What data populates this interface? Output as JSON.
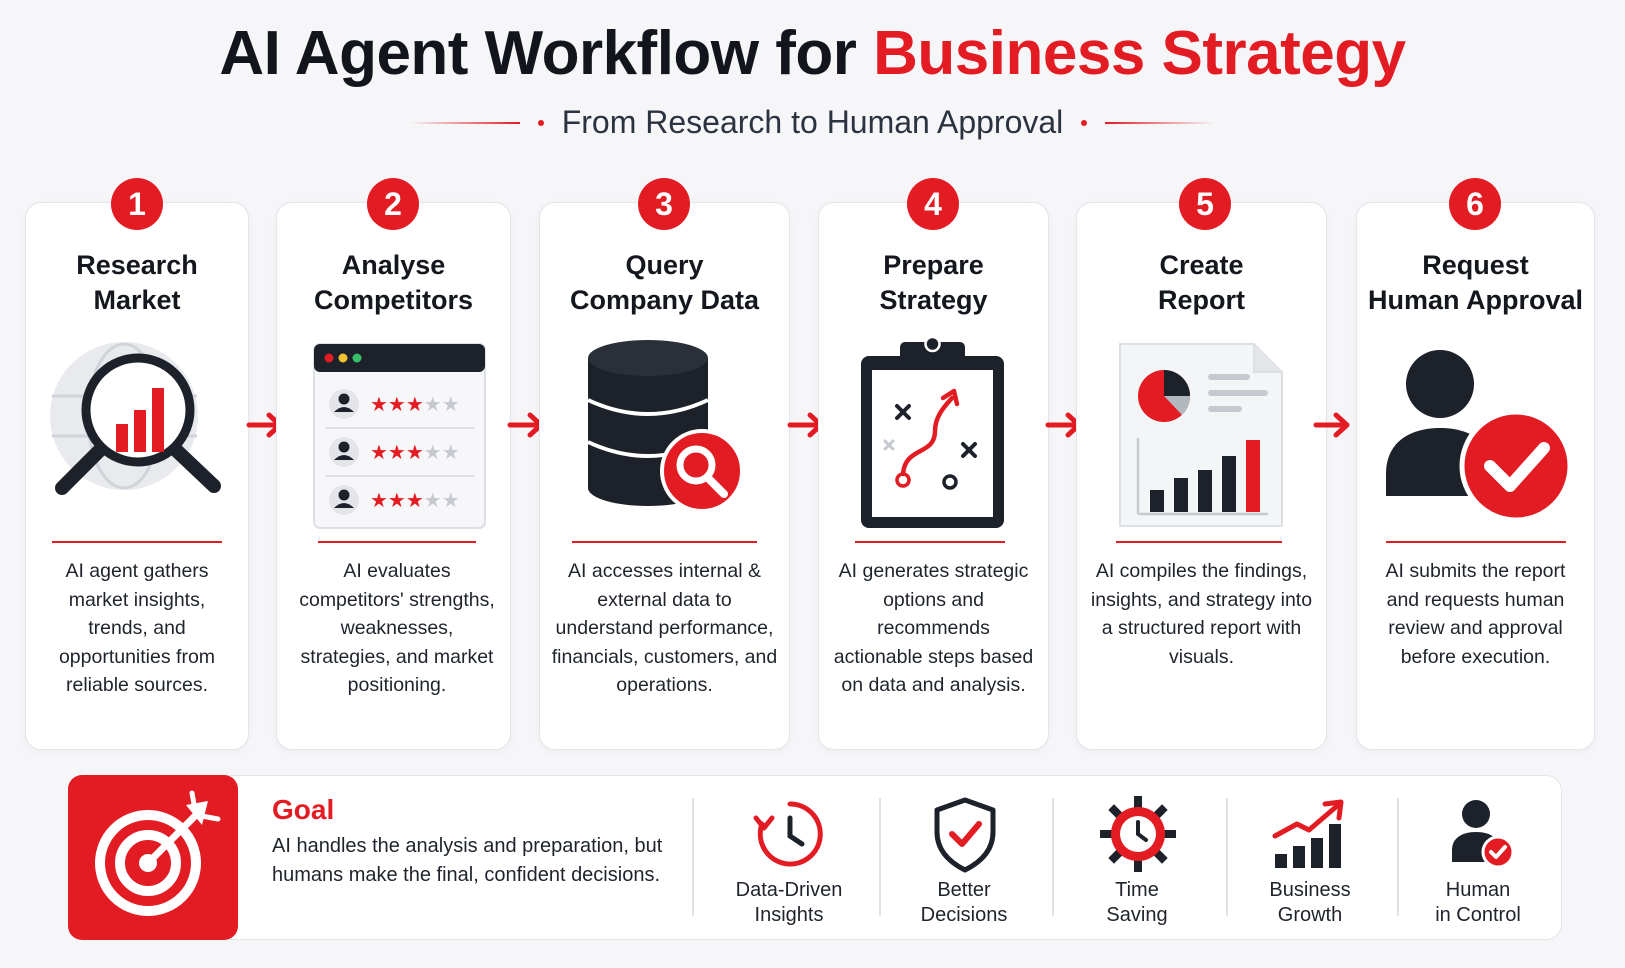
{
  "header": {
    "title_main": "AI Agent Workflow for ",
    "title_accent": "Business Strategy",
    "subtitle": "From Research  to Human Approval"
  },
  "steps": [
    {
      "number": "1",
      "title": "Research\nMarket",
      "description": "AI agent gathers market insights, trends, and opportunities from reliable sources.",
      "icon": "magnifier-globe-chart-icon"
    },
    {
      "number": "2",
      "title": "Analyse\nCompetitors",
      "description": "AI evaluates competitors' strengths, weaknesses, strategies, and market positioning.",
      "icon": "competitor-ratings-icon"
    },
    {
      "number": "3",
      "title": "Query\nCompany Data",
      "description": "AI accesses internal & external data to understand performance, financials, customers, and operations.",
      "icon": "database-search-icon"
    },
    {
      "number": "4",
      "title": "Prepare\nStrategy",
      "description": "AI generates strategic options and recommends actionable steps based on data and analysis.",
      "icon": "strategy-clipboard-icon"
    },
    {
      "number": "5",
      "title": "Create\nReport",
      "description": "AI compiles the findings, insights, and strategy into a structured report with visuals.",
      "icon": "report-document-icon"
    },
    {
      "number": "6",
      "title": "Request\nHuman Approval",
      "description": "AI submits the report and requests human review and approval before execution.",
      "icon": "user-approval-icon"
    }
  ],
  "goal": {
    "label": "Goal",
    "text": "AI handles the analysis and preparation, but humans make the final, confident decisions.",
    "icon": "target-arrow-icon"
  },
  "benefits": [
    {
      "label": "Data-Driven\nInsights",
      "icon": "clock-icon"
    },
    {
      "label": "Better\nDecisions",
      "icon": "shield-check-icon"
    },
    {
      "label": "Time\nSaving",
      "icon": "gear-clock-icon"
    },
    {
      "label": "Business\nGrowth",
      "icon": "growth-chart-icon"
    },
    {
      "label": "Human\nin Control",
      "icon": "user-check-icon"
    }
  ],
  "colors": {
    "accent": "#e31b23",
    "dark": "#1d2129",
    "text": "#1f242c",
    "background": "#f6f6f8"
  }
}
